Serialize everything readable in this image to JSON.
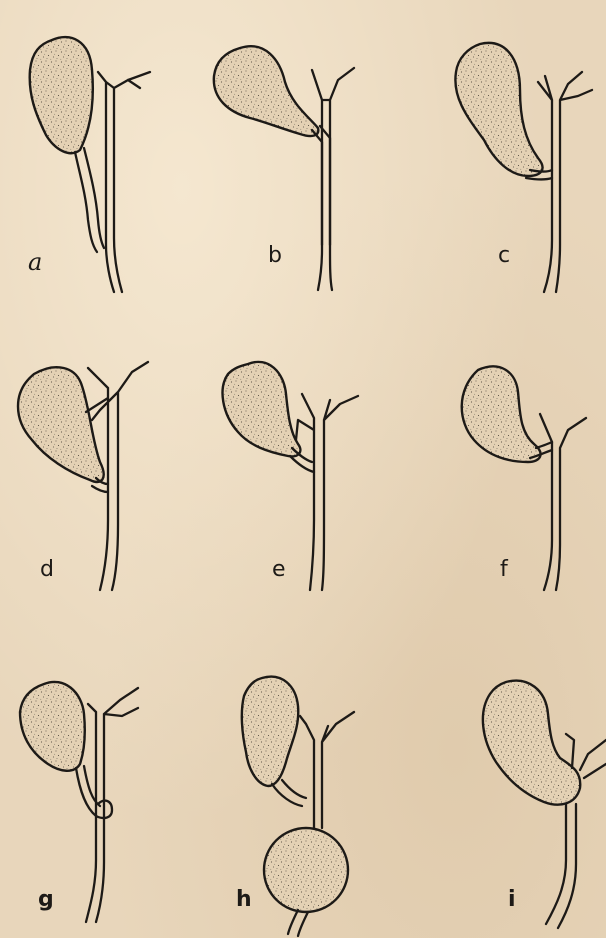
{
  "panels": [
    {
      "id": "a",
      "label": "a"
    },
    {
      "id": "b",
      "label": "b"
    },
    {
      "id": "c",
      "label": "c"
    },
    {
      "id": "d",
      "label": "d"
    },
    {
      "id": "e",
      "label": "e"
    },
    {
      "id": "f",
      "label": "f"
    },
    {
      "id": "g",
      "label": "g"
    },
    {
      "id": "h",
      "label": "h"
    },
    {
      "id": "i",
      "label": "i"
    }
  ],
  "colors": {
    "paper": "#e8d6bb",
    "ink": "#1d1a17"
  }
}
